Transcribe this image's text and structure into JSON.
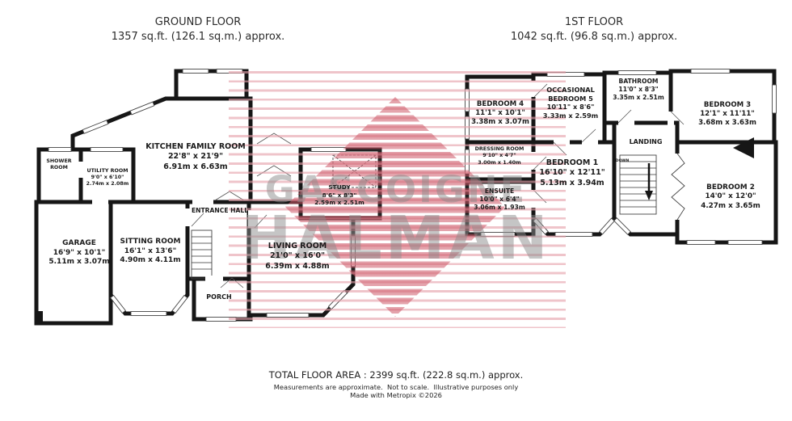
{
  "titles": {
    "ground": {
      "name": "GROUND FLOOR",
      "area": "1357 sq.ft. (126.1 sq.m.) approx."
    },
    "first": {
      "name": "1ST FLOOR",
      "area": "1042 sq.ft. (96.8 sq.m.) approx."
    }
  },
  "watermark": {
    "line1": "GASCOIGNE",
    "line2": "HALMAN",
    "stripe_color": "#e5a0aa",
    "diamond_color": "#ce5868",
    "text_color": "#8c8c8c"
  },
  "ground_rooms": [
    {
      "name": "KITCHEN FAMILY ROOM",
      "imperial": "22'8\" x 21'9\"",
      "metric": "6.91m x 6.63m"
    },
    {
      "name": "SHOWER ROOM"
    },
    {
      "name": "UTILITY ROOM",
      "imperial": "9'0\" x 6'10\"",
      "metric": "2.74m x 2.08m"
    },
    {
      "name": "GARAGE",
      "imperial": "16'9\" x 10'1\"",
      "metric": "5.11m x 3.07m"
    },
    {
      "name": "SITTING ROOM",
      "imperial": "16'1\" x 13'6\"",
      "metric": "4.90m x 4.11m"
    },
    {
      "name": "ENTRANCE HALL"
    },
    {
      "name": "STUDY",
      "imperial": "8'6\" x 8'3\"",
      "metric": "2.59m x 2.51m"
    },
    {
      "name": "LIVING ROOM",
      "imperial": "21'0\" x 16'0\"",
      "metric": "6.39m x 4.88m"
    },
    {
      "name": "PORCH"
    }
  ],
  "first_rooms": [
    {
      "name": "BEDROOM 4",
      "imperial": "11'1\" x 10'1\"",
      "metric": "3.38m x 3.07m"
    },
    {
      "name": "OCCASIONAL BEDROOM 5",
      "imperial": "10'11\" x 8'6\"",
      "metric": "3.33m x 2.59m"
    },
    {
      "name": "BATHROOM",
      "imperial": "11'0\" x 8'3\"",
      "metric": "3.35m x 2.51m"
    },
    {
      "name": "BEDROOM 3",
      "imperial": "12'1\" x 11'11\"",
      "metric": "3.68m x 3.63m"
    },
    {
      "name": "DRESSING ROOM",
      "imperial": "9'10\" x 4'7\"",
      "metric": "3.00m x 1.40m"
    },
    {
      "name": "BEDROOM 1",
      "imperial": "16'10\" x 12'11\"",
      "metric": "5.13m x 3.94m"
    },
    {
      "name": "LANDING"
    },
    {
      "name": "ENSUITE",
      "imperial": "10'0\" x 6'4\"",
      "metric": "3.06m x 1.93m"
    },
    {
      "name": "BEDROOM 2",
      "imperial": "14'0\" x 12'0\"",
      "metric": "4.27m x 3.65m"
    }
  ],
  "stairs": {
    "down_label": "DOWN"
  },
  "footer": {
    "total": "TOTAL FLOOR AREA : 2399 sq.ft. (222.8 sq.m.) approx.",
    "disclaimer": "Measurements are approximate.  Not to scale.  Illustrative purposes only",
    "credit": "Made with Metropix ©2026"
  }
}
